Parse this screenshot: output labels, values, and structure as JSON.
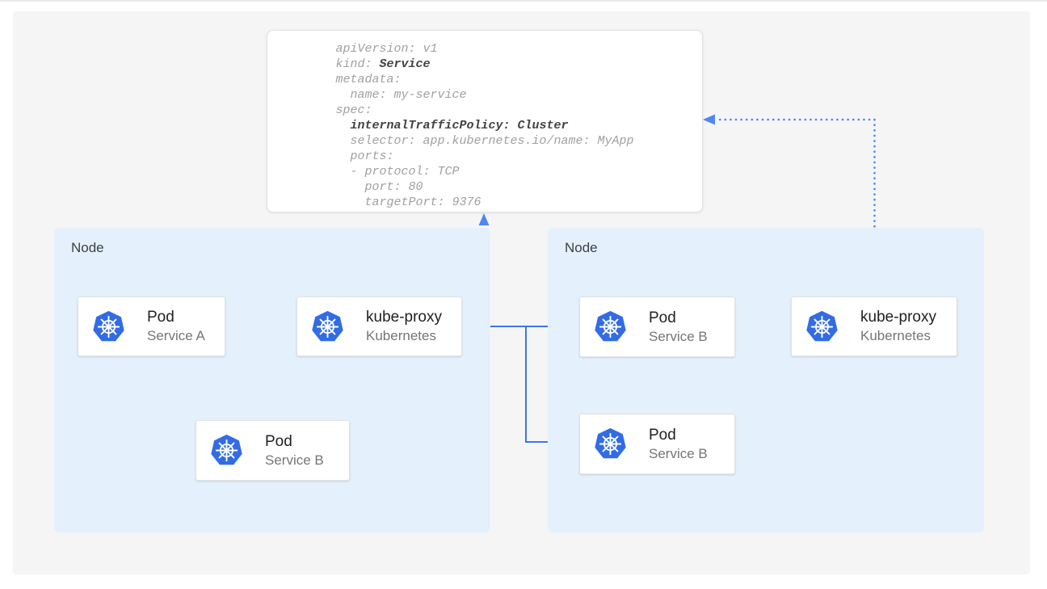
{
  "yaml_panel": {
    "lines": [
      {
        "pre": "apiVersion: v1",
        "bold": "",
        "post": ""
      },
      {
        "pre": "kind: ",
        "bold": "Service",
        "post": ""
      },
      {
        "pre": "metadata:",
        "bold": "",
        "post": ""
      },
      {
        "pre": "  name: my-service",
        "bold": "",
        "post": ""
      },
      {
        "pre": "spec:",
        "bold": "",
        "post": ""
      },
      {
        "pre": "  ",
        "bold": "internalTrafficPolicy: Cluster",
        "post": ""
      },
      {
        "pre": "  selector: app.kubernetes.io/name: MyApp",
        "bold": "",
        "post": ""
      },
      {
        "pre": "  ports:",
        "bold": "",
        "post": ""
      },
      {
        "pre": "  - protocol: TCP",
        "bold": "",
        "post": ""
      },
      {
        "pre": "    port: 80",
        "bold": "",
        "post": ""
      },
      {
        "pre": "    targetPort: 9376",
        "bold": "",
        "post": ""
      }
    ]
  },
  "nodes": {
    "left": {
      "label": "Node"
    },
    "right": {
      "label": "Node"
    }
  },
  "cards": {
    "pod_service_a": {
      "title": "Pod",
      "subtitle": "Service A",
      "icon": "kubernetes-wheel"
    },
    "kube_proxy_left": {
      "title": "kube-proxy",
      "subtitle": "Kubernetes",
      "icon": "kubernetes-wheel"
    },
    "pod_service_b_left": {
      "title": "Pod",
      "subtitle": "Service B",
      "icon": "kubernetes-wheel"
    },
    "pod_service_b_right_top": {
      "title": "Pod",
      "subtitle": "Service B",
      "icon": "kubernetes-wheel"
    },
    "pod_service_b_right_bottom": {
      "title": "Pod",
      "subtitle": "Service B",
      "icon": "kubernetes-wheel"
    },
    "kube_proxy_right": {
      "title": "kube-proxy",
      "subtitle": "Kubernetes",
      "icon": "kubernetes-wheel"
    }
  },
  "colors": {
    "solid_arrow": "#3b77e8",
    "dotted_arrow": "#4f87ee",
    "node_fill": "#e4f1fc",
    "kubernetes_blue": "#326ce5",
    "code_regular": "#a0a0a0",
    "code_bold": "#424242"
  }
}
